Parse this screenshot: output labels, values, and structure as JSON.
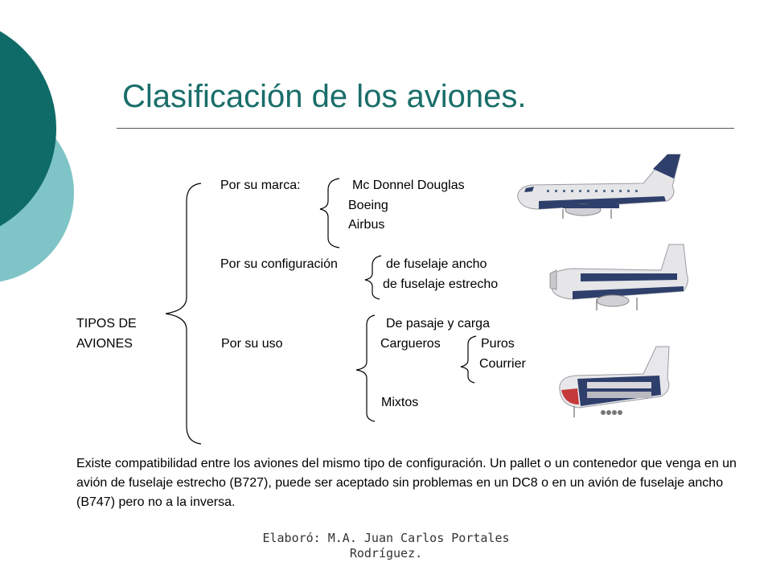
{
  "slide": {
    "title": "Clasificación de los aviones.",
    "root_label_line1": "TIPOS DE",
    "root_label_line2": "AVIONES",
    "groups": {
      "marca": {
        "label": "Por su marca:",
        "items": [
          "Mc Donnel Douglas",
          "Boeing",
          "Airbus"
        ]
      },
      "configuracion": {
        "label": "Por su configuración",
        "items": [
          "de fuselaje ancho",
          "de fuselaje estrecho"
        ]
      },
      "uso": {
        "label": "Por su uso",
        "items": [
          "De pasaje y carga",
          "Cargueros",
          "Mixtos"
        ],
        "cargueros_items": [
          "Puros",
          "Courrier"
        ]
      }
    },
    "paragraph": "Existe compatibilidad entre los aviones del mismo tipo de configuración. Un pallet o un contenedor que venga en un avión de fuselaje estrecho (B727), puede ser aceptado sin problemas en un DC8 o en un avión de fuselaje ancho (B747) pero no a la inversa.",
    "footer_line1": "Elaboró: M.A. Juan Carlos Portales",
    "footer_line2": "Rodríguez."
  },
  "colors": {
    "title": "#1a6e6a",
    "circle_dark": "#0f6b68",
    "circle_light": "#7fc4c6",
    "fuselage_blue": "#2e3f6b"
  }
}
